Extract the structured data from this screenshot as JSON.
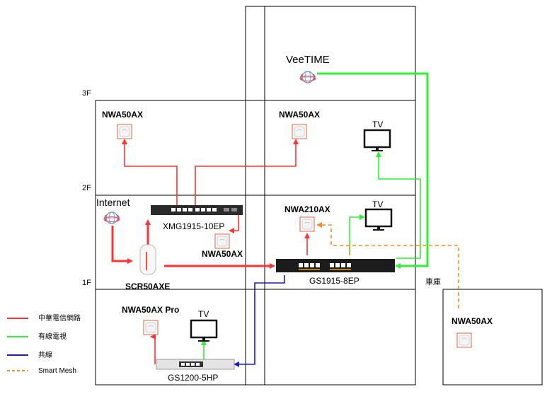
{
  "floors": {
    "f3": "3F",
    "f2": "2F",
    "f1": "1F"
  },
  "garage": {
    "label": "車庫",
    "device": "NWA50AX"
  },
  "devices": {
    "veetime": "VeeTIME",
    "ap_3f_left": "NWA50AX",
    "ap_3f_right": "NWA50AX",
    "tv_3f": "TV",
    "internet": "Internet",
    "xmg_switch": "XMG1915-10EP",
    "ap_2f": "NWA50AX",
    "nwa210": "NWA210AX",
    "tv_2f": "TV",
    "router": "SCR50AXE",
    "gs1915": "GS1915-8EP",
    "nwa_pro": "NWA50AX Pro",
    "tv_1f": "TV",
    "gs1200": "GS1200-5HP"
  },
  "legend": [
    {
      "label": "中華電信網路",
      "color": "#ff3333",
      "style": "solid"
    },
    {
      "label": "有線電視",
      "color": "#33ee33",
      "style": "solid"
    },
    {
      "label": "共線",
      "color": "#1a1acc",
      "style": "solid"
    },
    {
      "label": "Smart Mesh",
      "color": "#ff8c1a",
      "style": "dashed"
    }
  ],
  "colors": {
    "chtnet": "#ff3333",
    "catv": "#33ee33",
    "shared": "#1a1acc",
    "mesh": "#ff8c1a",
    "ap_border": "#e8603c"
  }
}
